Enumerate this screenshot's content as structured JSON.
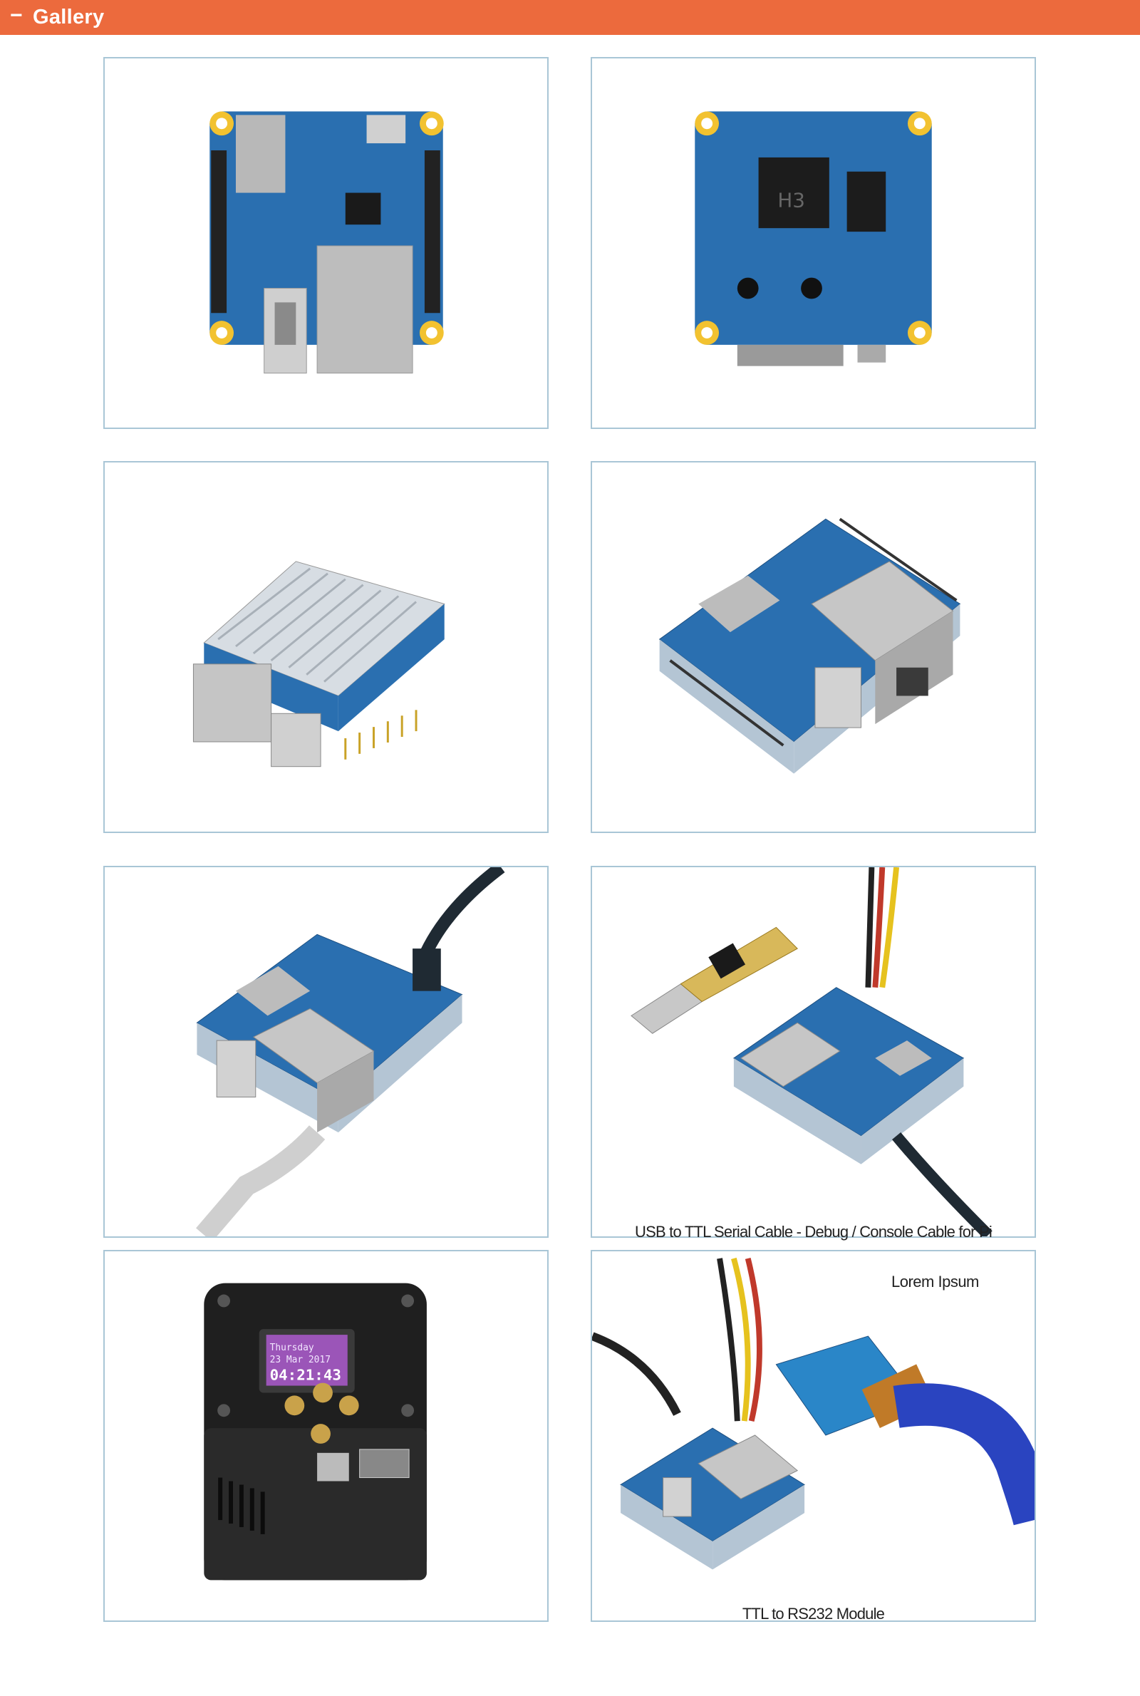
{
  "header": {
    "collapse_symbol": "−",
    "title": "Gallery",
    "background": "#ec6a3d"
  },
  "gallery": {
    "items": [
      {
        "caption": "",
        "icon": "board-top-view-icon"
      },
      {
        "caption": "",
        "icon": "board-bottom-view-icon"
      },
      {
        "caption": "",
        "icon": "board-with-heatsink-icon"
      },
      {
        "caption": "",
        "icon": "board-angled-view-icon"
      },
      {
        "caption": "",
        "icon": "board-with-cables-icon"
      },
      {
        "caption": "USB to TTL Serial Cable - Debug / Console Cable for Pi",
        "icon": "usb-ttl-cable-icon"
      },
      {
        "caption": "",
        "icon": "metal-case-oled-icon",
        "oled": {
          "line1": "Thursday",
          "line2": "23 Mar 2017",
          "line3": "04:21:43"
        }
      },
      {
        "caption": "TTL to  RS232 Module",
        "overlay": "Lorem Ipsum",
        "icon": "rs232-module-icon"
      }
    ]
  },
  "colors": {
    "tile_border": "#a9c6d6",
    "pcb_blue": "#2a6fb0",
    "pcb_yellow": "#f2c230"
  }
}
